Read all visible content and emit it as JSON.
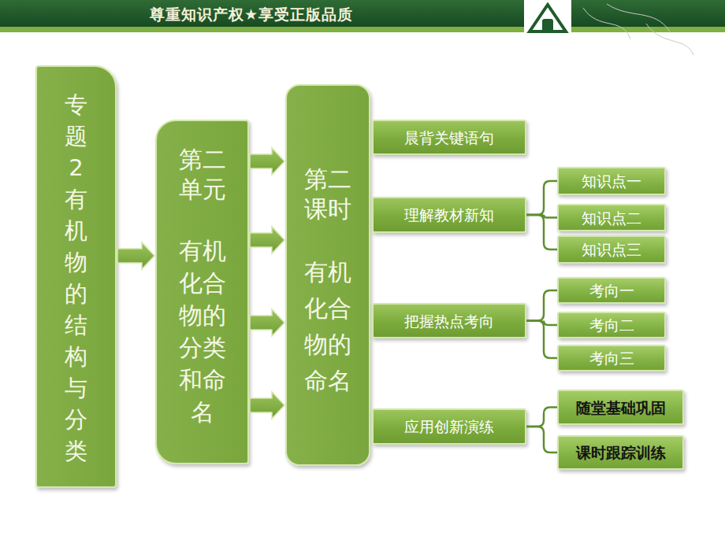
{
  "diagram": {
    "nodes": [
      {
        "text": [
          "专题2有机物的结构与分类"
        ]
      },
      {
        "text": [
          "第二单元",
          "有机化合物的分类和命名"
        ]
      },
      {
        "text": [
          "第二课时",
          "有机化合物的命名"
        ]
      },
      {
        "text": [
          "晨背关键语句"
        ]
      },
      {
        "text": [
          "理解教材新知"
        ]
      },
      {
        "text": [
          "知识点一"
        ]
      },
      {
        "text": [
          "知识点二"
        ]
      },
      {
        "text": [
          "知识点三"
        ]
      },
      {
        "text": [
          "把握热点考向"
        ]
      },
      {
        "text": [
          "考向一"
        ]
      },
      {
        "text": [
          "考向二"
        ]
      },
      {
        "text": [
          "考向三"
        ]
      },
      {
        "text": [
          "应用创新演练"
        ]
      },
      {
        "text": [
          "随堂基础巩固"
        ]
      },
      {
        "text": [
          "课时跟踪训练"
        ]
      }
    ],
    "edges": [
      {
        "from": 0,
        "to": 1,
        "arrow": "to"
      },
      {
        "from": 1,
        "to": 2,
        "arrow": "to"
      },
      {
        "from": 1,
        "to": 2,
        "arrow": "to"
      },
      {
        "from": 1,
        "to": 2,
        "arrow": "to"
      },
      {
        "from": 1,
        "to": 2,
        "arrow": "to"
      },
      {
        "from": 4,
        "to": 5,
        "arrow": "none"
      },
      {
        "from": 4,
        "to": 6,
        "arrow": "none"
      },
      {
        "from": 4,
        "to": 7,
        "arrow": "none"
      },
      {
        "from": 8,
        "to": 9,
        "arrow": "none"
      },
      {
        "from": 8,
        "to": 10,
        "arrow": "none"
      },
      {
        "from": 8,
        "to": 11,
        "arrow": "none"
      },
      {
        "from": 12,
        "to": 13,
        "arrow": "none"
      },
      {
        "from": 12,
        "to": 14,
        "arrow": "none"
      }
    ],
    "labels": [
      "尊重知识产权★享受正版品质"
    ]
  }
}
